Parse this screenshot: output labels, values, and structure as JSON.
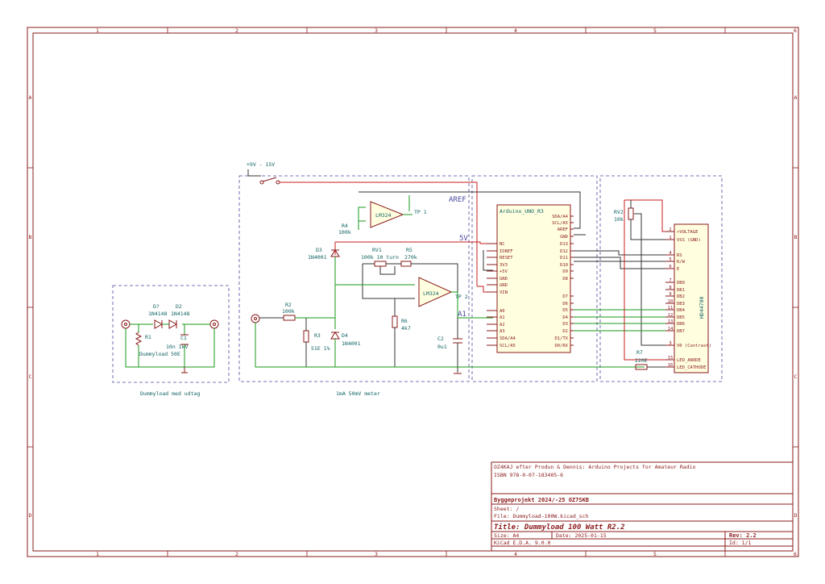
{
  "frame": {
    "columns": [
      "1",
      "2",
      "3",
      "4",
      "5",
      "6"
    ],
    "rows": [
      "A",
      "B",
      "C",
      "D"
    ]
  },
  "blocks": {
    "dummyload_label": "Dummyload med udtag",
    "meter_label": "1mA  50mV  meter"
  },
  "nets": {
    "supply": "+9V - 15V",
    "aref": "AREF",
    "v5": "5V",
    "a1": "A1"
  },
  "components": {
    "D7": {
      "ref": "D?",
      "value": "1N4148"
    },
    "D2": {
      "ref": "D2",
      "value": "1N4148"
    },
    "R1": {
      "ref": "R1",
      "value": "Dummyload 50E"
    },
    "C1": {
      "ref": "C1",
      "value": "10n 1kV"
    },
    "R2": {
      "ref": "R2",
      "value": "100k"
    },
    "R3": {
      "ref": "R3",
      "value": "51E 1%"
    },
    "R4": {
      "ref": "R4",
      "value": "100k"
    },
    "R5": {
      "ref": "R5",
      "value": "270k"
    },
    "R6": {
      "ref": "R6",
      "value": "4k7"
    },
    "R7": {
      "ref": "R7",
      "value": "220E"
    },
    "RV1": {
      "ref": "RV1",
      "value": "100k 10 turn"
    },
    "RV2": {
      "ref": "RV2",
      "value": "10k"
    },
    "D3": {
      "ref": "D3",
      "value": "1N4001"
    },
    "D4": {
      "ref": "D4",
      "value": "1N4001"
    },
    "C2": {
      "ref": "C2",
      "value": "0u1"
    },
    "U1": {
      "value": "LM324"
    },
    "U2": {
      "value": "LM324"
    },
    "TP1": "TP 1",
    "TP2": "TP 2"
  },
  "arduino": {
    "title": "Arduino_UNO_R3",
    "left_pins": [
      "NC",
      "IOREF",
      "RESET",
      "3V3",
      "+5V",
      "GND",
      "GND",
      "VIN",
      "A0",
      "A1",
      "A2",
      "A3",
      "SDA/A4",
      "SCL/A5"
    ],
    "right_pins": [
      "SDA/A4",
      "SCL/A5",
      "AREF",
      "GND",
      "D13",
      "D12",
      "D11",
      "D10",
      "D9",
      "D8",
      "D7",
      "D6",
      "D5",
      "D4",
      "D3",
      "D2",
      "D1/TX",
      "D0/RX"
    ]
  },
  "lcd": {
    "name": "HD44780",
    "pins": [
      {
        "num": "2",
        "name": ">VOLTAGE"
      },
      {
        "num": "1",
        "name": "VSS (GND)"
      },
      {
        "num": "4",
        "name": "RS"
      },
      {
        "num": "5",
        "name": "R/W"
      },
      {
        "num": "6",
        "name": "E"
      },
      {
        "num": "7",
        "name": "DB0"
      },
      {
        "num": "8",
        "name": "DB1"
      },
      {
        "num": "9",
        "name": "DB2"
      },
      {
        "num": "10",
        "name": "DB3"
      },
      {
        "num": "11",
        "name": "DB4"
      },
      {
        "num": "12",
        "name": "DB5"
      },
      {
        "num": "13",
        "name": "DB6"
      },
      {
        "num": "14",
        "name": "DB7"
      },
      {
        "num": "3",
        "name": "V0 (Contrast)"
      },
      {
        "num": "15",
        "name": "LED_ANODE"
      },
      {
        "num": "16",
        "name": "LED_CATHODE"
      }
    ]
  },
  "title_block": {
    "comment1": "OZ4KAJ efter Produn & Dennis: Arduino Projects for Amateur Radio",
    "comment2": "ISBN 978-0-07-183405-6",
    "project": "Byggeprojekt 2024/-25 OZ7SKB",
    "sheet": "Sheet: /",
    "file": "File: Dummyload-100W.kicad_sch",
    "title": "Title: Dummyload 100 Watt R2.2",
    "size": "Size: A4",
    "date": "Date: 2025-01-15",
    "rev": "Rev: 2.2",
    "tool": "KiCad E.D.A. 9.0.0",
    "id": "Id: 1/1"
  }
}
